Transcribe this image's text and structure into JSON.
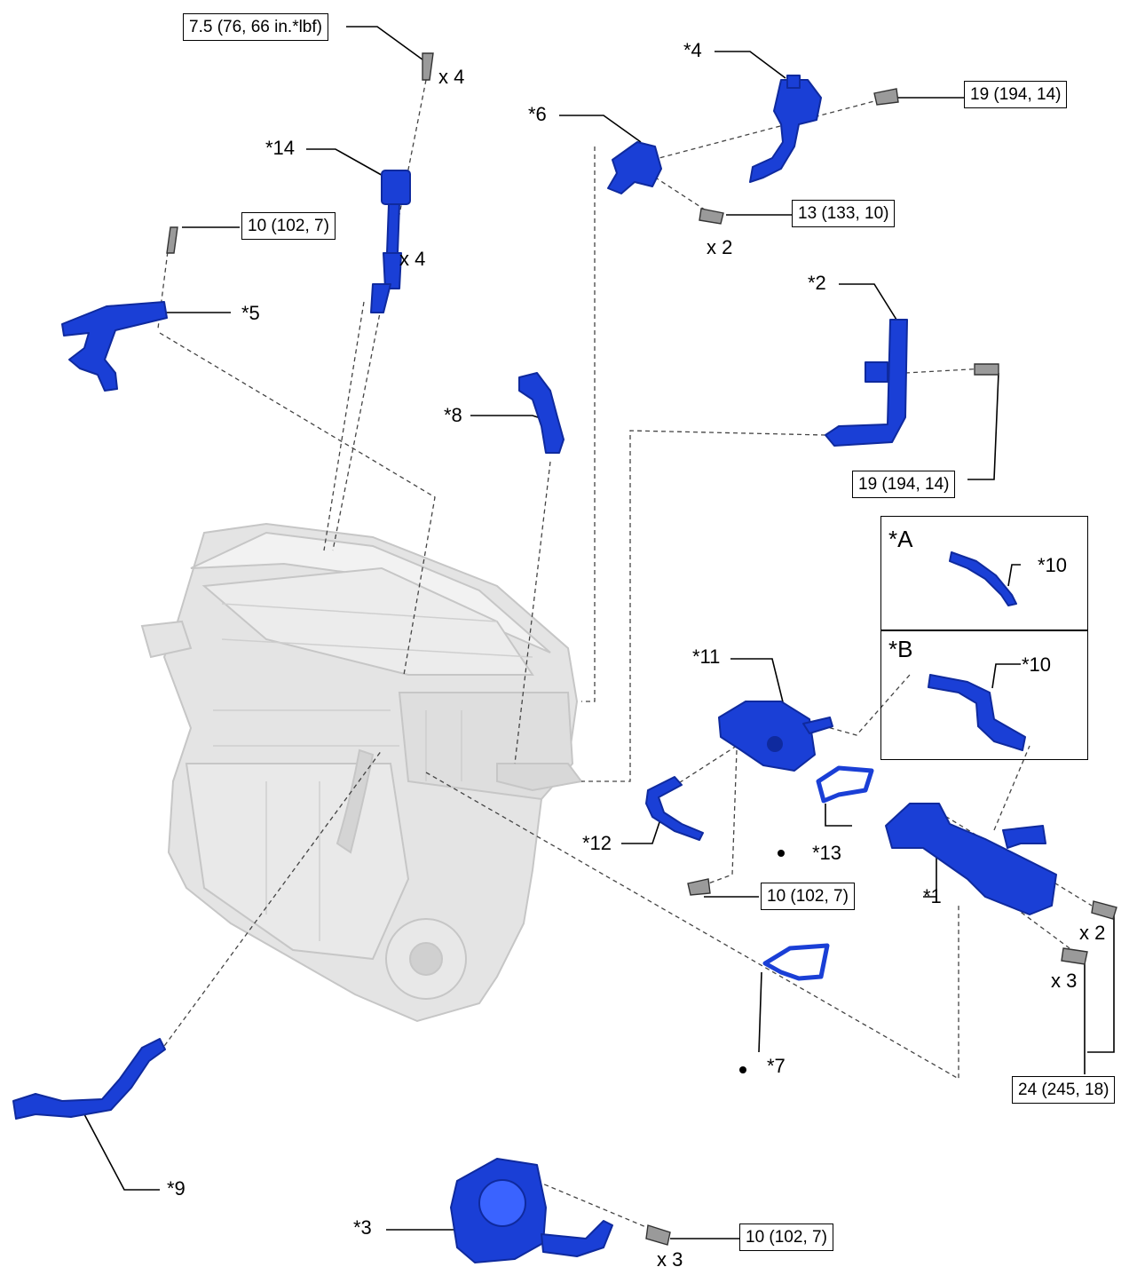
{
  "callouts": {
    "p1": "*1",
    "p2": "*2",
    "p3": "*3",
    "p4": "*4",
    "p5": "*5",
    "p6": "*6",
    "p7": "*7",
    "p8": "*8",
    "p9": "*9",
    "p10a": "*10",
    "p10b": "*10",
    "p11": "*11",
    "p12": "*12",
    "p13": "*13",
    "p14": "*14",
    "insetA": "*A",
    "insetB": "*B"
  },
  "torque": {
    "t_coil_bolt": "7.5 (76, 66 in.*lbf)",
    "t_bracket5": "10 (102, 7)",
    "t_part4": "19 (194, 14)",
    "t_part6": "13 (133, 10)",
    "t_part2": "19 (194, 14)",
    "t_part11": "10 (102, 7)",
    "t_part1": "24 (245, 18)",
    "t_part3": "10 (102, 7)"
  },
  "quantities": {
    "q_coilbolt": "x 4",
    "q_coil": "x 4",
    "q_part6": "x 2",
    "q_part1_a": "x 2",
    "q_part1_b": "x 3",
    "q_part3": "x 3"
  },
  "colors": {
    "part_blue": "#1a3fd6",
    "part_blue_dark": "#0f2a9e",
    "engine_gray": "#e2e2e2",
    "engine_edge": "#c4c4c4"
  }
}
